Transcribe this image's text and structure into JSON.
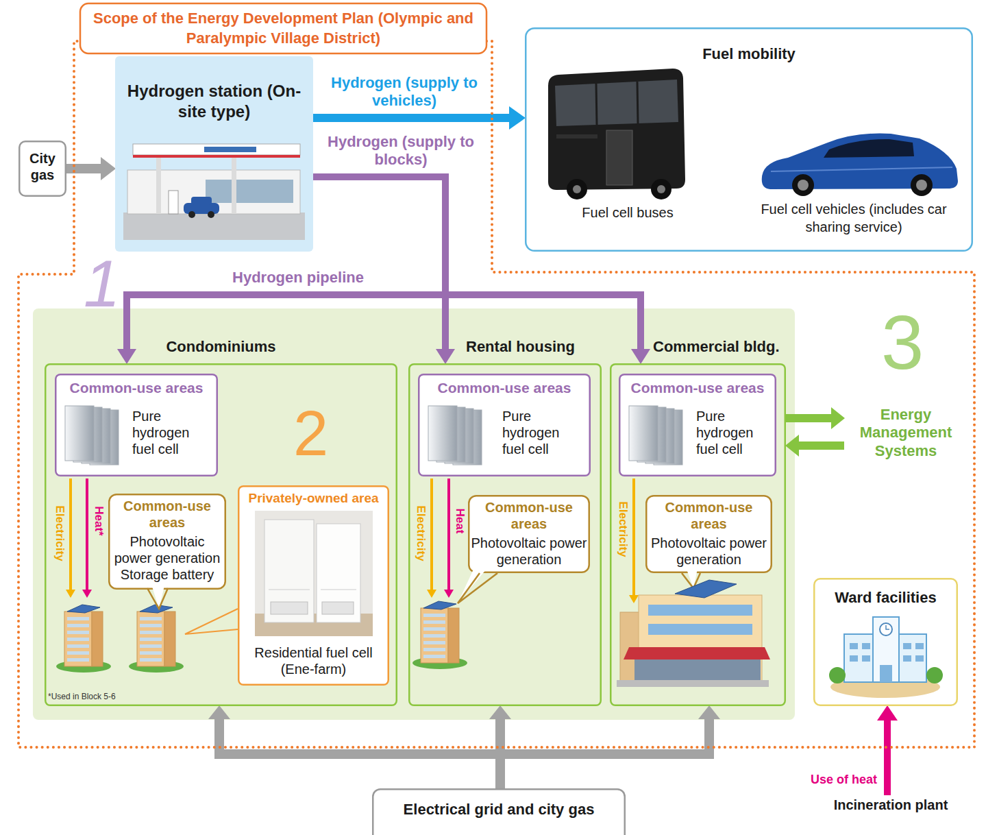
{
  "diagram": {
    "nodes": [
      {
        "text": [
          "Scope of the Energy Development Plan (Olympic and Paralympic Village District)"
        ]
      },
      {
        "text": [
          "City gas"
        ]
      },
      {
        "text": [
          "Hydrogen station (On-site type)"
        ],
        "in": 0
      },
      {
        "text": [
          "Fuel mobility",
          "Fuel cell buses",
          "Fuel cell vehicles (includes car sharing service)"
        ]
      },
      {
        "text": [
          "Condominiums"
        ],
        "in": 0
      },
      {
        "text": [
          "Common-use areas",
          "Pure hydrogen fuel cell"
        ],
        "in": 4
      },
      {
        "text": [
          "Common-use areas",
          "Photovoltaic power generation",
          "Storage battery"
        ],
        "in": 4
      },
      {
        "text": [
          "Privately-owned area",
          "Residential fuel cell (Ene-farm)"
        ],
        "in": 4
      },
      {
        "text": [
          "Rental housing"
        ],
        "in": 0
      },
      {
        "text": [
          "Common-use areas",
          "Pure hydrogen fuel cell"
        ],
        "in": 8
      },
      {
        "text": [
          "Common-use areas",
          "Photovoltaic power generation"
        ],
        "in": 8
      },
      {
        "text": [
          "Commercial bldg."
        ],
        "in": 0
      },
      {
        "text": [
          "Common-use areas",
          "Pure hydrogen fuel cell"
        ],
        "in": 11
      },
      {
        "text": [
          "Common-use areas",
          "Photovoltaic power generation"
        ],
        "in": 11
      },
      {
        "text": [
          "Energy Management Systems"
        ],
        "in": 0
      },
      {
        "text": [
          "Ward facilities"
        ],
        "in": 0
      },
      {
        "text": [
          "Electrical grid and city gas"
        ]
      },
      {
        "text": [
          "Incineration plant"
        ]
      }
    ],
    "edges": [
      {
        "from": 1,
        "to": 2,
        "arrow": "to"
      },
      {
        "from": 2,
        "to": 3,
        "label": "Hydrogen (supply to vehicles)",
        "arrow": "to"
      },
      {
        "from": 2,
        "to": 4,
        "label": "Hydrogen pipeline",
        "arrow": "to"
      },
      {
        "from": 2,
        "to": 8,
        "label": "Hydrogen (supply to blocks)",
        "arrow": "to"
      },
      {
        "from": 2,
        "to": 11,
        "arrow": "to"
      },
      {
        "from": 11,
        "to": 14,
        "arrow": "to"
      },
      {
        "from": 14,
        "to": 11,
        "arrow": "to"
      },
      {
        "from": 16,
        "to": 4,
        "arrow": "to"
      },
      {
        "from": 16,
        "to": 8,
        "arrow": "to"
      },
      {
        "from": 16,
        "to": 11,
        "arrow": "to"
      },
      {
        "from": 17,
        "to": 15,
        "label": "Use of heat",
        "arrow": "to"
      }
    ],
    "labels": [
      "1",
      "Electricity",
      "Heat*",
      "2",
      "*Used in Block 5-6",
      "Electricity",
      "Heat",
      "Electricity",
      "3"
    ]
  }
}
